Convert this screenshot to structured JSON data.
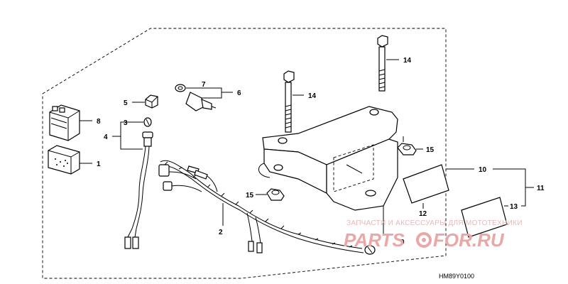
{
  "diagram": {
    "callouts": {
      "c1": "1",
      "c2": "2",
      "c3": "3",
      "c4": "4",
      "c5": "5",
      "c6": "6",
      "c7": "7",
      "c8": "8",
      "c9": "9",
      "c10": "10",
      "c11": "11",
      "c12": "12",
      "c13": "13",
      "c14a": "14",
      "c14b": "14",
      "c15a": "15",
      "c15b": "15"
    },
    "diagram_code": "HM89Y0100"
  },
  "watermark": {
    "caption": "ЗАПЧАСТИ И АКСЕССУАРЫ ДЛЯ МОТОТЕХНИКИ",
    "logo_left": "PARTS",
    "logo_right": "FOR.RU",
    "color": "#e9a7a7"
  }
}
